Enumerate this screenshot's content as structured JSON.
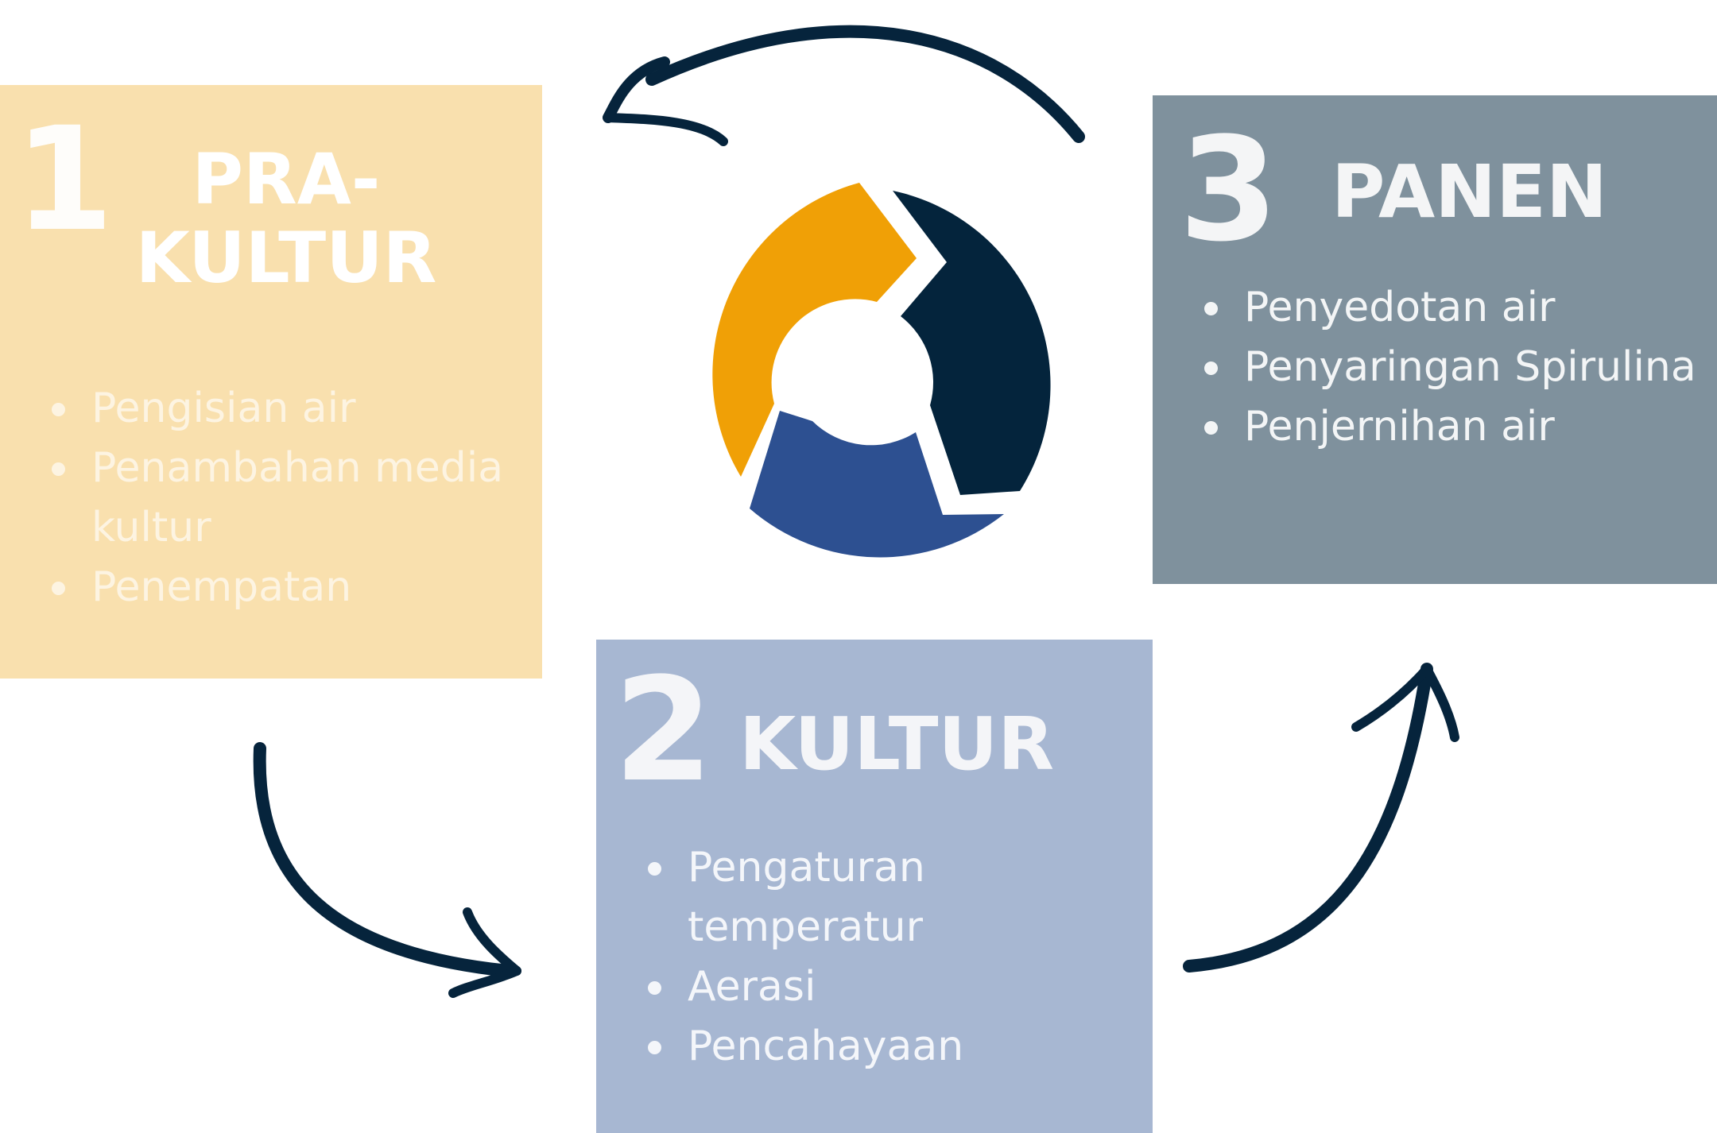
{
  "colors": {
    "stage1_box": "#f9e0ae",
    "stage2_box": "#a7b7d2",
    "stage3_box": "#7f919d",
    "cycle_orange": "#f0a006",
    "cycle_navy": "#04243c",
    "cycle_blue": "#2d5091",
    "arrow": "#06243c"
  },
  "stages": [
    {
      "number": "1",
      "title": "PRA-KULTUR",
      "items": [
        "Pengisian air",
        "Penambahan media kultur",
        "Penempatan"
      ]
    },
    {
      "number": "2",
      "title": "KULTUR",
      "items": [
        "Pengaturan temperatur",
        "Aerasi",
        "Pencahayaan"
      ]
    },
    {
      "number": "3",
      "title": "PANEN",
      "items": [
        "Penyedotan air",
        "Penyaringan Spirulina",
        "Penjernihan air"
      ]
    }
  ],
  "icons": {
    "center": "cycle-icon",
    "arrows": [
      "curved-arrow-icon",
      "curved-arrow-icon",
      "curved-arrow-icon"
    ]
  }
}
